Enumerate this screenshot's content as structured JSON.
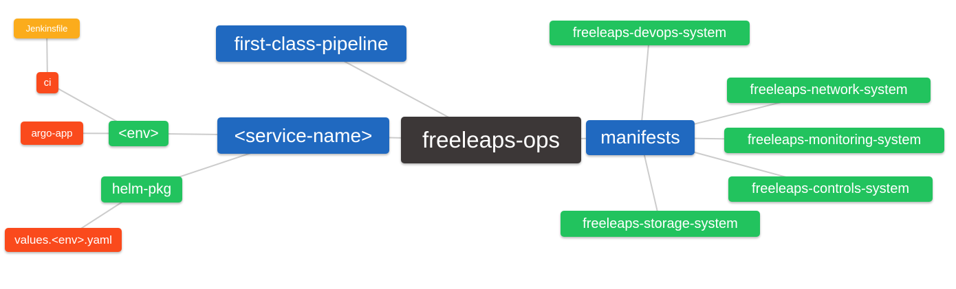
{
  "diagram": {
    "title": "freeleaps-ops mind map",
    "background_color": "#ffffff",
    "edge_color": "#cccccc",
    "text_color": "#ffffff",
    "palette": {
      "hub_blue": "#2069C0",
      "leaf_green": "#22C35E",
      "leaf_red": "#FA4A1C",
      "leaf_amber": "#FBAC1C",
      "root_dark": "#3C3737"
    },
    "nodes": {
      "root": {
        "label": "freeleaps-ops",
        "color": "#3C3737"
      },
      "first_class_pipeline": {
        "label": "first-class-pipeline",
        "color": "#2069C0"
      },
      "service_name": {
        "label": "<service-name>",
        "color": "#2069C0"
      },
      "manifests": {
        "label": "manifests",
        "color": "#2069C0"
      },
      "env": {
        "label": "<env>",
        "color": "#22C35E"
      },
      "helm_pkg": {
        "label": "helm-pkg",
        "color": "#22C35E"
      },
      "ci": {
        "label": "ci",
        "color": "#FA4A1C"
      },
      "argo_app": {
        "label": "argo-app",
        "color": "#FA4A1C"
      },
      "values_env_yaml": {
        "label": "values.<env>.yaml",
        "color": "#FA4A1C"
      },
      "jenkinsfile": {
        "label": "Jenkinsfile",
        "color": "#FBAC1C"
      },
      "devops": {
        "label": "freeleaps-devops-system",
        "color": "#22C35E"
      },
      "network": {
        "label": "freeleaps-network-system",
        "color": "#22C35E"
      },
      "monitoring": {
        "label": "freeleaps-monitoring-system",
        "color": "#22C35E"
      },
      "controls": {
        "label": "freeleaps-controls-system",
        "color": "#22C35E"
      },
      "storage": {
        "label": "freeleaps-storage-system",
        "color": "#22C35E"
      }
    },
    "edges": [
      [
        "jenkinsfile",
        "ci"
      ],
      [
        "ci",
        "env"
      ],
      [
        "argo_app",
        "env"
      ],
      [
        "env",
        "service_name"
      ],
      [
        "helm_pkg",
        "service_name"
      ],
      [
        "values_env_yaml",
        "helm_pkg"
      ],
      [
        "first_class_pipeline",
        "root"
      ],
      [
        "service_name",
        "root"
      ],
      [
        "root",
        "manifests"
      ],
      [
        "manifests",
        "devops"
      ],
      [
        "manifests",
        "network"
      ],
      [
        "manifests",
        "monitoring"
      ],
      [
        "manifests",
        "controls"
      ],
      [
        "manifests",
        "storage"
      ]
    ]
  }
}
